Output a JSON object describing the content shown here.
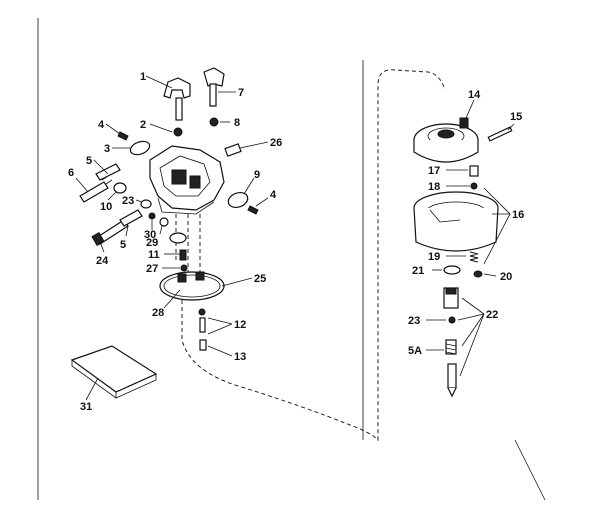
{
  "labels": {
    "l1": "1",
    "l2": "2",
    "l3": "3",
    "l4a": "4",
    "l4b": "4",
    "l5a": "5",
    "l5b": "5",
    "l6": "6",
    "l7": "7",
    "l8": "8",
    "l9": "9",
    "l10": "10",
    "l11": "11",
    "l12": "12",
    "l13": "13",
    "l14": "14",
    "l15": "15",
    "l16": "16",
    "l17": "17",
    "l18": "18",
    "l19": "19",
    "l20": "20",
    "l21": "21",
    "l22": "22",
    "l23a": "23",
    "l23b": "23",
    "l24": "24",
    "l25": "25",
    "l26": "26",
    "l27": "27",
    "l28": "28",
    "l29": "29",
    "l30": "30",
    "l31": "31",
    "l5A": "5A"
  },
  "colors": {
    "ink": "#111111",
    "paper": "#ffffff"
  }
}
